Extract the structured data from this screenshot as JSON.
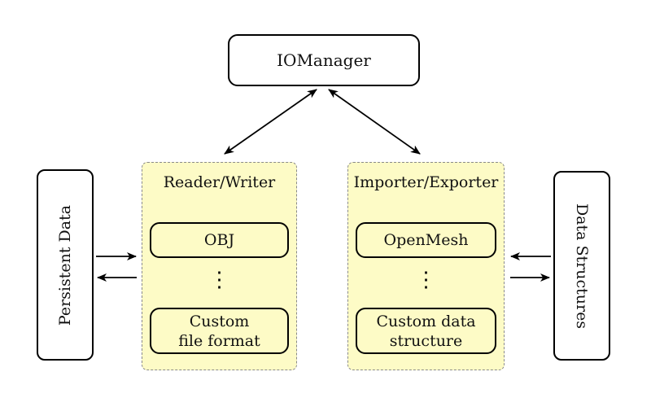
{
  "colors": {
    "background": "#ffffff",
    "group_fill": "#fdfbc6",
    "group_border": "#8a8a8a",
    "node_border": "#000000",
    "node_fill": "#ffffff",
    "arrow": "#000000"
  },
  "nodes": {
    "iomanager": {
      "label": "IOManager"
    },
    "persistent_data": {
      "label": "Persistent Data"
    },
    "data_structures": {
      "label": "Data Structures"
    },
    "reader_writer": {
      "title": "Reader/Writer",
      "top_item": "OBJ",
      "ellipsis": "⋮",
      "bottom_item_line1": "Custom",
      "bottom_item_line2": "file format"
    },
    "importer_exporter": {
      "title": "Importer/Exporter",
      "top_item": "OpenMesh",
      "ellipsis": "⋮",
      "bottom_item_line1": "Custom data",
      "bottom_item_line2": "structure"
    }
  }
}
